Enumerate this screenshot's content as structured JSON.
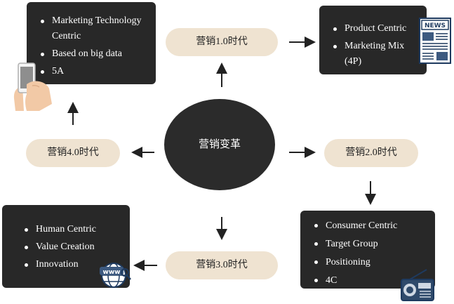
{
  "center": {
    "label": "营销变革"
  },
  "eras": [
    {
      "label": "营销1.0时代"
    },
    {
      "label": "营销2.0时代"
    },
    {
      "label": "营销3.0时代"
    },
    {
      "label": "营销4.0时代"
    }
  ],
  "boxes": {
    "era1": [
      "Product Centric",
      "Marketing Mix (4P)"
    ],
    "era2": [
      "Consumer Centric",
      "Target Group",
      "Positioning",
      "4C"
    ],
    "era3": [
      "Human Centric",
      "Value Creation",
      "Innovation"
    ],
    "era4": [
      "Marketing Technology Centric",
      "Based on big data",
      "5A"
    ]
  },
  "icons": {
    "newspaper": "newspaper-icon",
    "radio": "radio-icon",
    "web": "www-globe-icon",
    "phone": "phone-in-hand-icon",
    "newspaper_text": "NEWS",
    "web_text": "www"
  },
  "colors": {
    "box": "#282828",
    "pill": "#efe3d1",
    "hub": "#2b2b2b",
    "arrow": "#222222"
  }
}
